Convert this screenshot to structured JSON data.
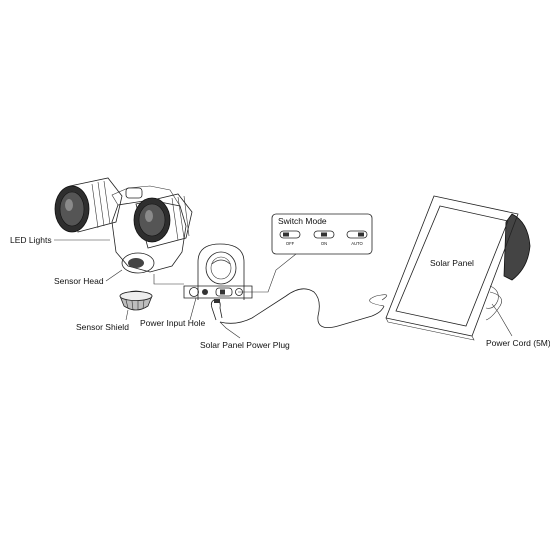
{
  "labels": {
    "led_lights": "LED Lights",
    "sensor_head": "Sensor Head",
    "sensor_shield": "Sensor Shield",
    "power_input_hole": "Power Input Hole",
    "solar_panel_power_plug": "Solar Panel Power Plug",
    "switch_mode": "Switch Mode",
    "solar_panel": "Solar Panel",
    "power_cord": "Power Cord (5M)"
  },
  "switch_modes": [
    "OFF",
    "ON",
    "AUTO"
  ],
  "colors": {
    "ink": "#222222",
    "lens": "#3a3a3a",
    "background": "#ffffff"
  }
}
